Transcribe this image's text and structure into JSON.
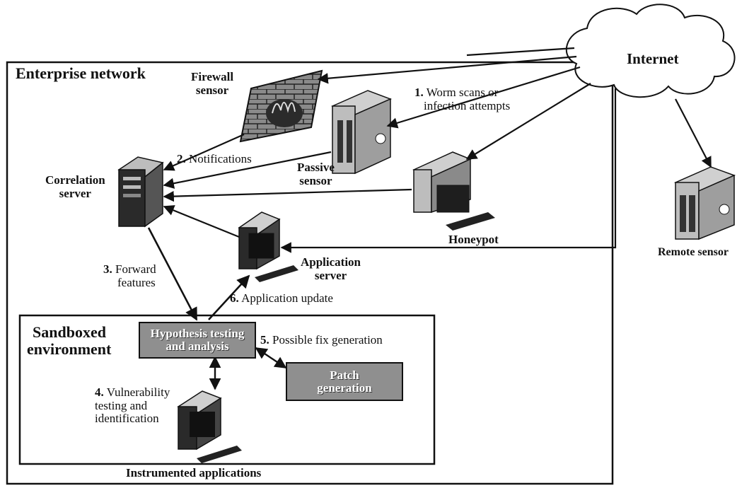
{
  "internet_label": "Internet",
  "enterprise_label": "Enterprise network",
  "sandbox_label_line1": "Sandboxed",
  "sandbox_label_line2": "environment",
  "nodes": {
    "firewall": {
      "line1": "Firewall",
      "line2": "sensor"
    },
    "correlation": {
      "line1": "Correlation",
      "line2": "server"
    },
    "passive": {
      "line1": "Passive",
      "line2": "sensor"
    },
    "honeypot": {
      "label": "Honeypot"
    },
    "application": {
      "line1": "Application",
      "line2": "server"
    },
    "remote": {
      "label": "Remote sensor"
    },
    "instrumented": {
      "label": "Instrumented applications"
    },
    "hypothesis": {
      "line1": "Hypothesis testing",
      "line2": "and analysis"
    },
    "patch": {
      "line1": "Patch",
      "line2": "generation"
    }
  },
  "steps": {
    "s1": {
      "num": "1.",
      "line1": "Worm scans or",
      "line2": "infection attempts"
    },
    "s2": {
      "num": "2.",
      "text": "Notifications"
    },
    "s3": {
      "num": "3.",
      "line1": "Forward",
      "line2": "features"
    },
    "s4": {
      "num": "4.",
      "line1": "Vulnerability",
      "line2": "testing and",
      "line3": "identification"
    },
    "s5": {
      "num": "5.",
      "text": "Possible fix generation"
    },
    "s6": {
      "num": "6.",
      "text": "Application update"
    }
  }
}
